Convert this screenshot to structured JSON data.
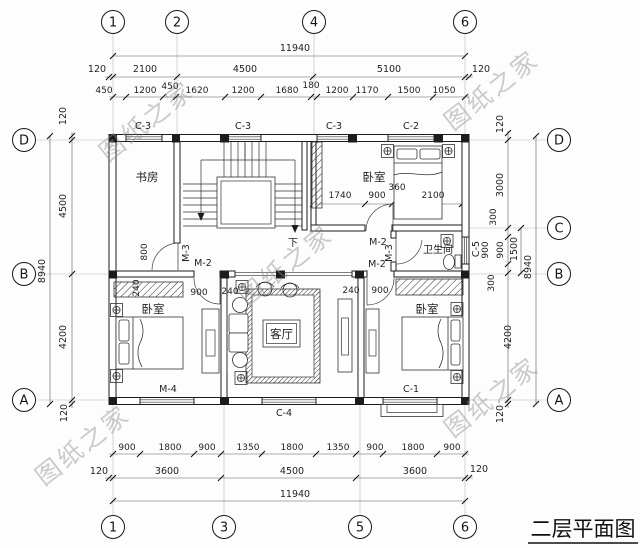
{
  "title": "二层平面图",
  "watermark": "图纸之家",
  "axis": {
    "a1": "1",
    "a2": "2",
    "a3": "3",
    "a4": "4",
    "a5": "5",
    "a6": "6",
    "ad": "D",
    "ac": "C",
    "ab": "B",
    "aa": "A"
  },
  "rooms": {
    "study": "书房",
    "bedroom": "卧室",
    "living": "客厅",
    "bathroom": "卫生间",
    "down": "下"
  },
  "tags": {
    "m2": "M-2",
    "m3": "M-3",
    "m4": "M-4",
    "c1": "C-1",
    "c2": "C-2",
    "c3": "C-3",
    "c4": "C-4",
    "c5": "C-5"
  },
  "dims": {
    "w_total": "11940",
    "h_total": "8940",
    "top2": [
      "120",
      "2100",
      "4500",
      "5100",
      "120"
    ],
    "top3": [
      "450",
      "1200",
      "450",
      "1620",
      "1200",
      "1680",
      "180",
      "1200",
      "1170",
      "1500",
      "1050"
    ],
    "bottom1": [
      "900",
      "1800",
      "900",
      "1350",
      "1800",
      "1350",
      "900",
      "1800",
      "900"
    ],
    "bottom2": [
      "120",
      "3600",
      "4500",
      "3600",
      "120"
    ],
    "left": [
      "120",
      "4500",
      "4200",
      "120"
    ],
    "right": [
      "120",
      "3000",
      "300",
      "900",
      "300",
      "1500",
      "4200",
      "120"
    ],
    "inner": {
      "bed1": "1740",
      "bed2": "900",
      "bed3": "360",
      "bed4": "2100",
      "study_door": "800",
      "closet": "240",
      "ldoor_w": "900",
      "ldoor_off": "240",
      "rdoor_off": "240",
      "rdoor_w": "900",
      "bath_win": "900"
    }
  }
}
